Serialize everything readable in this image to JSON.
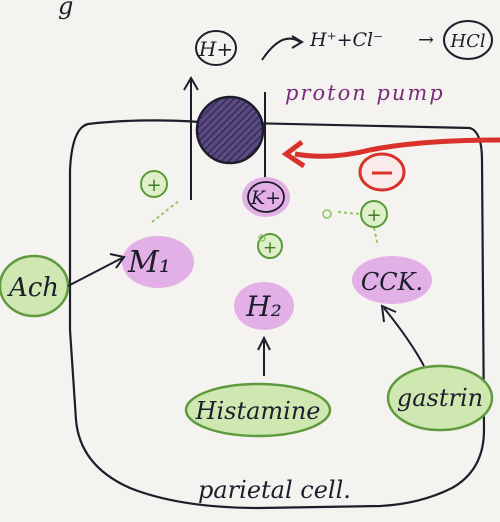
{
  "top_label_partial": "g",
  "h_plus_top": "H+",
  "equation": {
    "reactants": "H⁺+Cl⁻",
    "arrow": "→",
    "product": "HCl"
  },
  "proton_pump_label": "proton pump",
  "inhibit_sign": "⊖",
  "k_plus": "K+",
  "plus_sign": "+",
  "receptors": {
    "m1": "M₁",
    "h2": "H₂",
    "cck": "CCK."
  },
  "ligands": {
    "ach": "Ach",
    "histamine": "Histamine",
    "gastrin": "gastrin"
  },
  "cell_label": "parietal cell.",
  "colors": {
    "ink": "#1d1d2b",
    "pump_fill": "#4a3a6e",
    "receptor_highlight": "#e2b0e6",
    "ligand_highlight": "#cfe8b2",
    "ligand_outline": "#5f9a3f",
    "plus_green": "#5a9a3a",
    "inhibit_red": "#d8322a",
    "proton_pump_text": "#7a2a7a",
    "background": "#f4f3ef"
  }
}
